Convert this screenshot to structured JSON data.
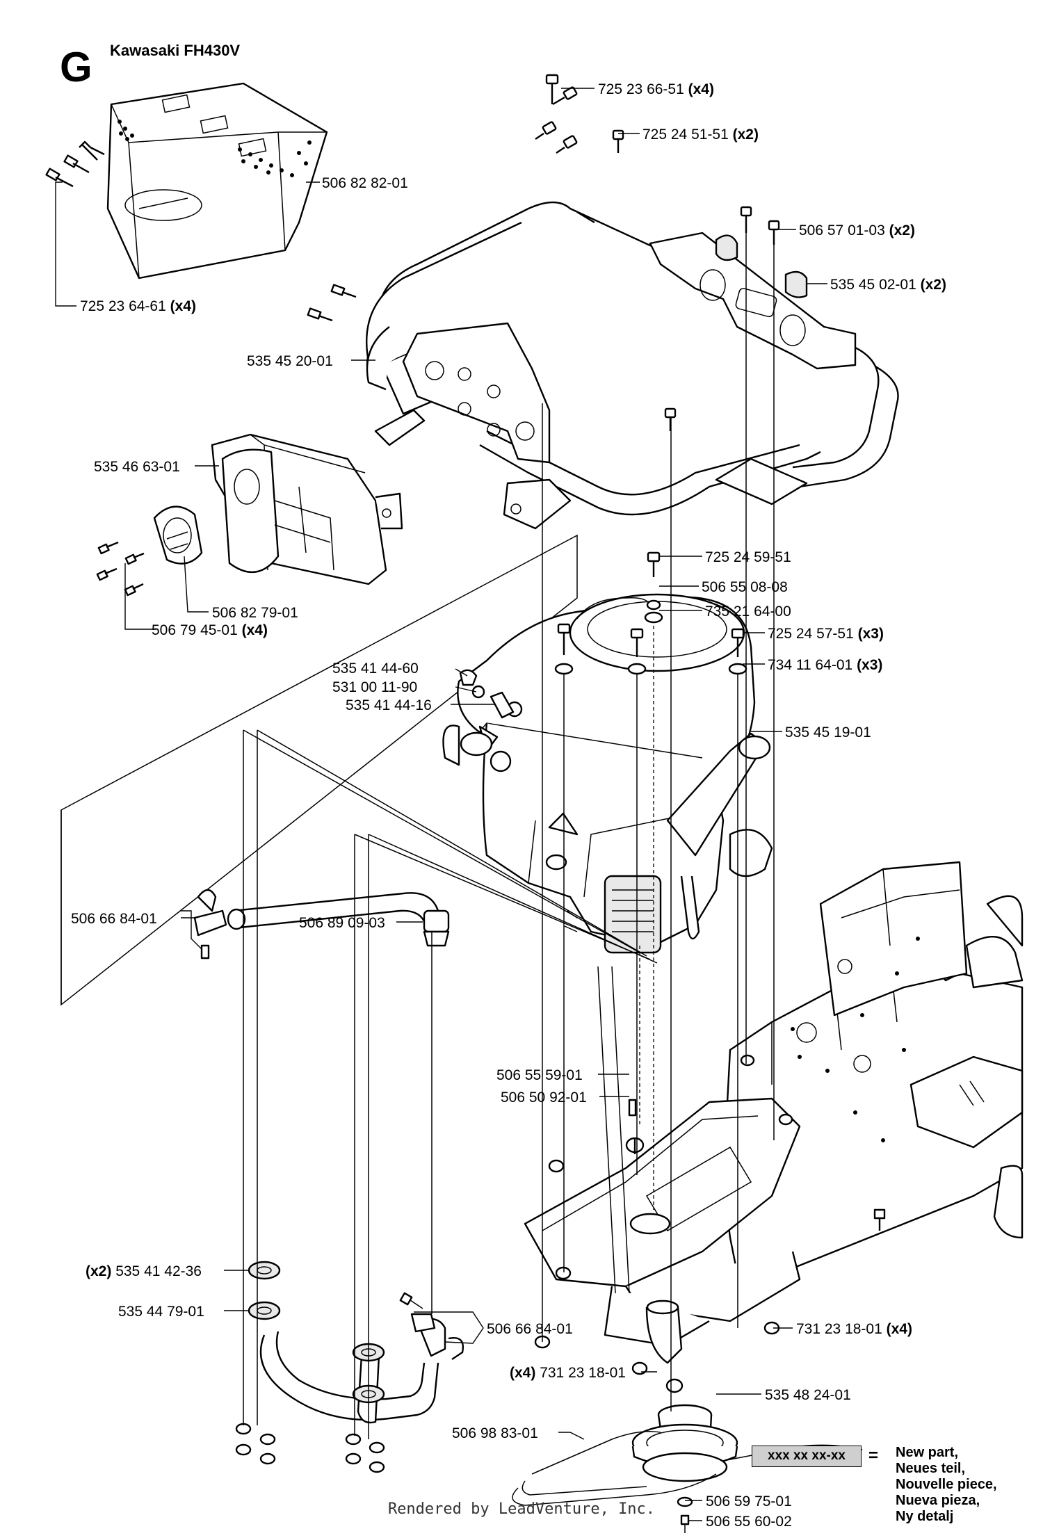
{
  "header": {
    "section_letter": "G",
    "title": "Kawasaki FH430V"
  },
  "labels": [
    {
      "id": "p1",
      "part": "725 23 66-51",
      "qty": "(x4)"
    },
    {
      "id": "p2",
      "part": "725 24 51-51",
      "qty": "(x2)"
    },
    {
      "id": "p3",
      "part": "506 82 82-01",
      "qty": ""
    },
    {
      "id": "p4",
      "part": "506 57 01-03",
      "qty": "(x2)"
    },
    {
      "id": "p5",
      "part": "535 45 02-01",
      "qty": "(x2)"
    },
    {
      "id": "p6",
      "part": "725 23 64-61",
      "qty": "(x4)"
    },
    {
      "id": "p7",
      "part": "535 45 20-01",
      "qty": ""
    },
    {
      "id": "p8",
      "part": "535 46 63-01",
      "qty": ""
    },
    {
      "id": "p9",
      "part": "725 24 59-51",
      "qty": ""
    },
    {
      "id": "p10",
      "part": "506 55 08-08",
      "qty": ""
    },
    {
      "id": "p11",
      "part": "735 21 64-00",
      "qty": ""
    },
    {
      "id": "p12",
      "part": "506 82 79-01",
      "qty": ""
    },
    {
      "id": "p13",
      "part": "506 79 45-01",
      "qty": "(x4)"
    },
    {
      "id": "p14",
      "part": "725 24 57-51",
      "qty": "(x3)"
    },
    {
      "id": "p15",
      "part": "734 11 64-01",
      "qty": "(x3)"
    },
    {
      "id": "p16",
      "part": "535 41 44-60",
      "qty": ""
    },
    {
      "id": "p17",
      "part": "531 00 11-90",
      "qty": ""
    },
    {
      "id": "p18",
      "part": "535 41 44-16",
      "qty": ""
    },
    {
      "id": "p19",
      "part": "535 45 19-01",
      "qty": ""
    },
    {
      "id": "p20",
      "part": "506 66 84-01",
      "qty": ""
    },
    {
      "id": "p21",
      "part": "506 89 09-03",
      "qty": ""
    },
    {
      "id": "p22",
      "part": "506 55 59-01",
      "qty": ""
    },
    {
      "id": "p23",
      "part": "506 50 92-01",
      "qty": ""
    },
    {
      "id": "p24",
      "part": "535 41 42-36",
      "qty": "(x2)"
    },
    {
      "id": "p25",
      "part": "535 44 79-01",
      "qty": ""
    },
    {
      "id": "p26",
      "part": "506 66 84-01",
      "qty": ""
    },
    {
      "id": "p27",
      "part": "731 23 18-01",
      "qty": "(x4)"
    },
    {
      "id": "p28",
      "part": "731 23 18-01",
      "qty": "(x4)"
    },
    {
      "id": "p29",
      "part": "535 48 24-01",
      "qty": ""
    },
    {
      "id": "p30",
      "part": "506 98 83-01",
      "qty": ""
    },
    {
      "id": "p31",
      "part": "506 59 75-01",
      "qty": ""
    },
    {
      "id": "p32",
      "part": "506 55 60-02",
      "qty": ""
    }
  ],
  "legend": {
    "box_text": "xxx xx xx-xx",
    "equals": "=",
    "lines": [
      "New part,",
      "Neues teil,",
      "Nouvelle piece,",
      "Nueva pieza,",
      "Ny detalj"
    ]
  },
  "footer": "Rendered by LeadVenture, Inc."
}
